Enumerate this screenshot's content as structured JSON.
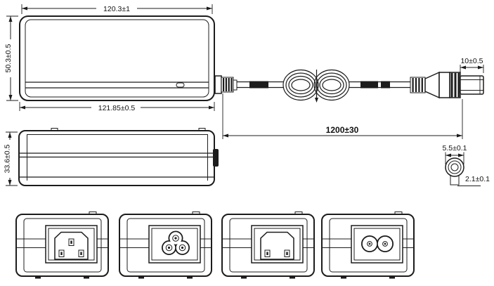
{
  "drawing": {
    "subject": "desktop-ac-dc-power-adapter-dimension-drawing",
    "dims": {
      "top_width": "120.3±1",
      "front_height": "50.3±0.5",
      "overall_width": "121.85±0.5",
      "cable_length": "1200±30",
      "plug_barrel_length": "10±0.5",
      "side_height": "33.6±0.5",
      "plug_outer_dia": "5.5±0.1",
      "plug_pin_dia": "2.1±0.1"
    },
    "colors": {
      "line": "#1c1c1c",
      "background": "#ffffff"
    },
    "ac_inlet_variants": [
      "iec-c14-3pin",
      "iec-c6-cloverleaf",
      "iec-c18-2pin",
      "iec-c8-figure8"
    ]
  }
}
